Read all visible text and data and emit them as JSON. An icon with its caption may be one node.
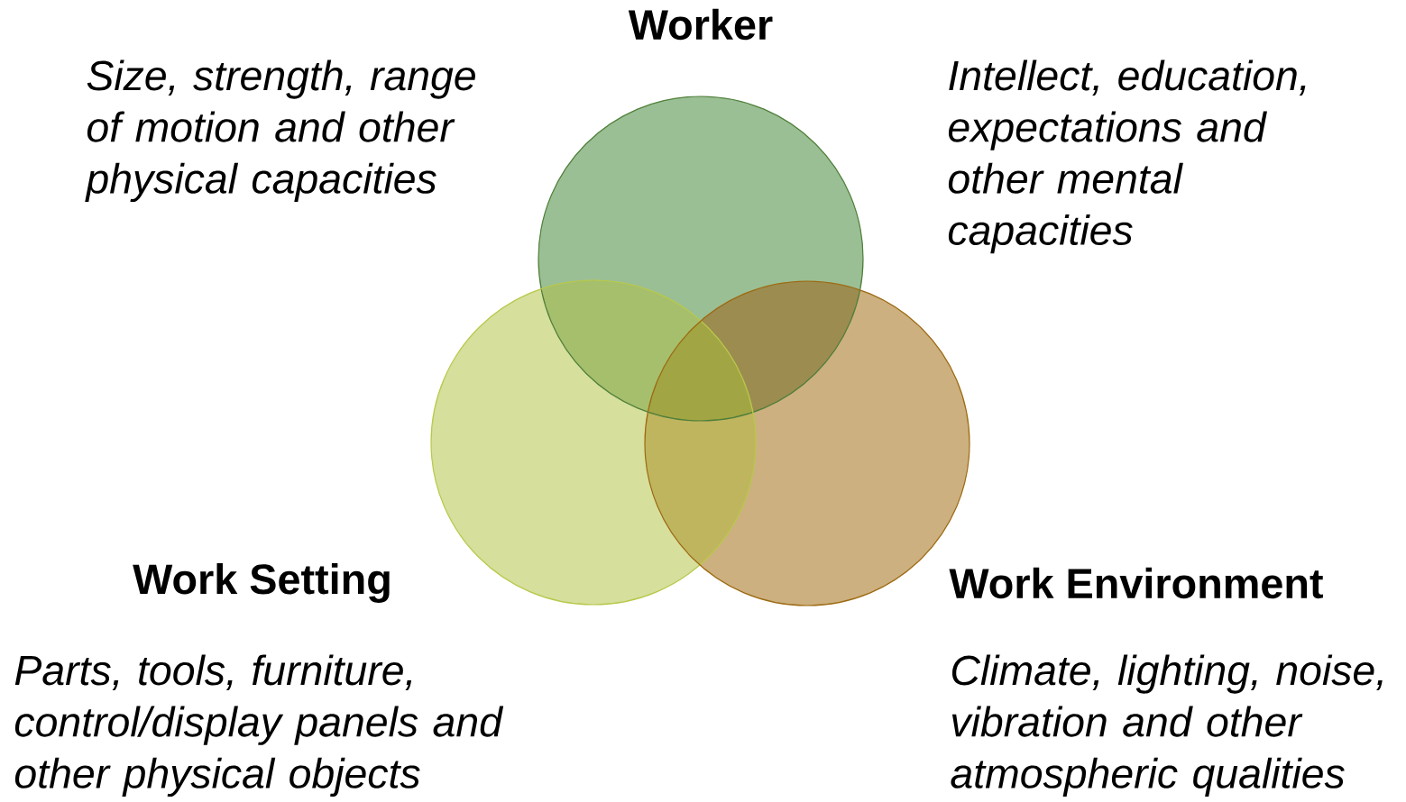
{
  "diagram": {
    "nodes": [
      {
        "text": [
          "Worker"
        ]
      },
      {
        "text": [
          "Work Setting"
        ],
        "beside": [
          "Parts, tools, furniture, control/display panels and other physical objects"
        ]
      },
      {
        "text": [
          "Work Environment"
        ],
        "beside": [
          "Climate, lighting, noise, vibration and other atmospheric qualities"
        ]
      }
    ],
    "labels": [
      "Size, strength, range of motion and other physical capacities",
      "Intellect, education, expectations and other mental capacities"
    ]
  }
}
